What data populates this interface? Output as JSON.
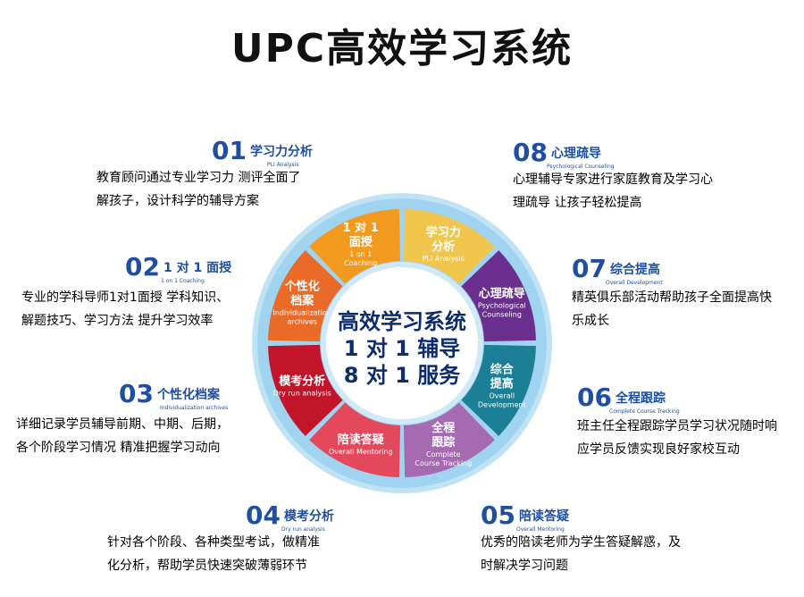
{
  "title": "UPC高效学习系统",
  "center": {
    "line1": "高效学习系统",
    "line2": "1 对 1 辅导",
    "line3": "8 对 1 服务"
  },
  "segments": [
    {
      "id": "01",
      "cn1": "学习力",
      "cn2": "分析",
      "en1": "PLI Analysis",
      "en2": "",
      "color": "#f0c64d"
    },
    {
      "id": "08",
      "cn1": "心理疏导",
      "cn2": "",
      "en1": "Psychological",
      "en2": "Counseling",
      "color": "#6a2f8f"
    },
    {
      "id": "07",
      "cn1": "综合",
      "cn2": "提高",
      "en1": "Overall",
      "en2": "Development",
      "color": "#1b7f96"
    },
    {
      "id": "06",
      "cn1": "全程",
      "cn2": "跟踪",
      "en1": "Complete",
      "en2": "Course Tracking",
      "color": "#a56ab2"
    },
    {
      "id": "05",
      "cn1": "陪读答疑",
      "cn2": "",
      "en1": "Overall Mentoring",
      "en2": "",
      "color": "#e4485d"
    },
    {
      "id": "04",
      "cn1": "模考分析",
      "cn2": "",
      "en1": "Dry run analysis",
      "en2": "",
      "color": "#c3152a"
    },
    {
      "id": "03",
      "cn1": "个性化",
      "cn2": "档案",
      "en1": "Individualization",
      "en2": "archives",
      "color": "#ea6a27"
    },
    {
      "id": "02",
      "cn1": "1 对 1",
      "cn2": "面授",
      "en1": "1 on 1",
      "en2": "Coaching",
      "color": "#f29a1e"
    }
  ],
  "annotations": [
    {
      "num": "01",
      "cn": "学习力分析",
      "en": "PLI Analysis",
      "desc": [
        "教育顾问通过专业学习力 测评全面了",
        "解孩子，设计科学的辅导方案"
      ]
    },
    {
      "num": "02",
      "cn": "1 对 1 面授",
      "en": "1 on 1 Coaching",
      "desc": [
        "专业的学科导师1对1面授 学科知识、",
        "解题技巧、学习方法 提升学习效率"
      ]
    },
    {
      "num": "03",
      "cn": "个性化档案",
      "en": "Individualization archives",
      "desc": [
        "详细记录学员辅导前期、中期、后期，",
        "各个阶段学习情况 精准把握学习动向"
      ]
    },
    {
      "num": "04",
      "cn": "模考分析",
      "en": "Dry run analysis",
      "desc": [
        "针对各个阶段、各种类型考试，做精准",
        "化分析，帮助学员快速突破薄弱环节"
      ]
    },
    {
      "num": "05",
      "cn": "陪读答疑",
      "en": "Overall Mentoring",
      "desc": [
        "优秀的陪读老师为学生答疑解惑，及",
        "时解决学习问题"
      ]
    },
    {
      "num": "06",
      "cn": "全程跟踪",
      "en": "Complete Course Tracking",
      "desc": [
        "班主任全程跟踪学员学习状况随时响",
        "应学员反馈实现良好家校互动"
      ]
    },
    {
      "num": "07",
      "cn": "综合提高",
      "en": "Overall Development",
      "desc": [
        "精英俱乐部活动帮助孩子全面提高快",
        "乐成长"
      ]
    },
    {
      "num": "08",
      "cn": "心理疏导",
      "en": "Psychological Counseling",
      "desc": [
        "心理辅导专家进行家庭教育及学习心",
        "理疏导 让孩子轻松提高"
      ]
    }
  ]
}
